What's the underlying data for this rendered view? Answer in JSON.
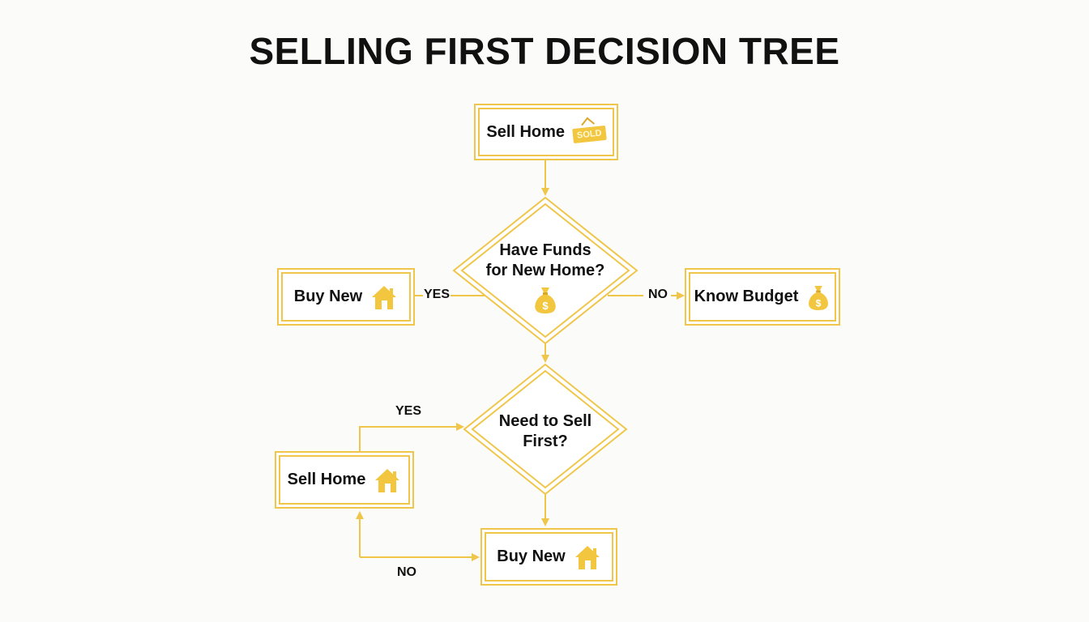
{
  "title": "SELLING FIRST DECISION TREE",
  "colors": {
    "accent": "#f0c64a",
    "icon": "#f3c63f",
    "text": "#111111",
    "background": "#fbfbfa"
  },
  "nodes": {
    "sell_home_top": {
      "label": "Sell Home",
      "icon": "sold-sign-icon",
      "icon_text": "SOLD"
    },
    "funds_decision": {
      "line1": "Have Funds",
      "line2": "for New Home?",
      "icon": "money-bag-icon"
    },
    "buy_new_left": {
      "label": "Buy New",
      "icon": "house-icon"
    },
    "know_budget": {
      "label": "Know Budget",
      "icon": "money-bag-icon"
    },
    "need_sell_decision": {
      "line1": "Need to Sell",
      "line2": "First?"
    },
    "sell_home_left": {
      "label": "Sell Home",
      "icon": "house-icon"
    },
    "buy_new_bottom": {
      "label": "Buy New",
      "icon": "house-icon"
    }
  },
  "edges": {
    "funds_yes": "YES",
    "funds_no": "NO",
    "sell_yes": "YES",
    "sell_no": "NO"
  }
}
